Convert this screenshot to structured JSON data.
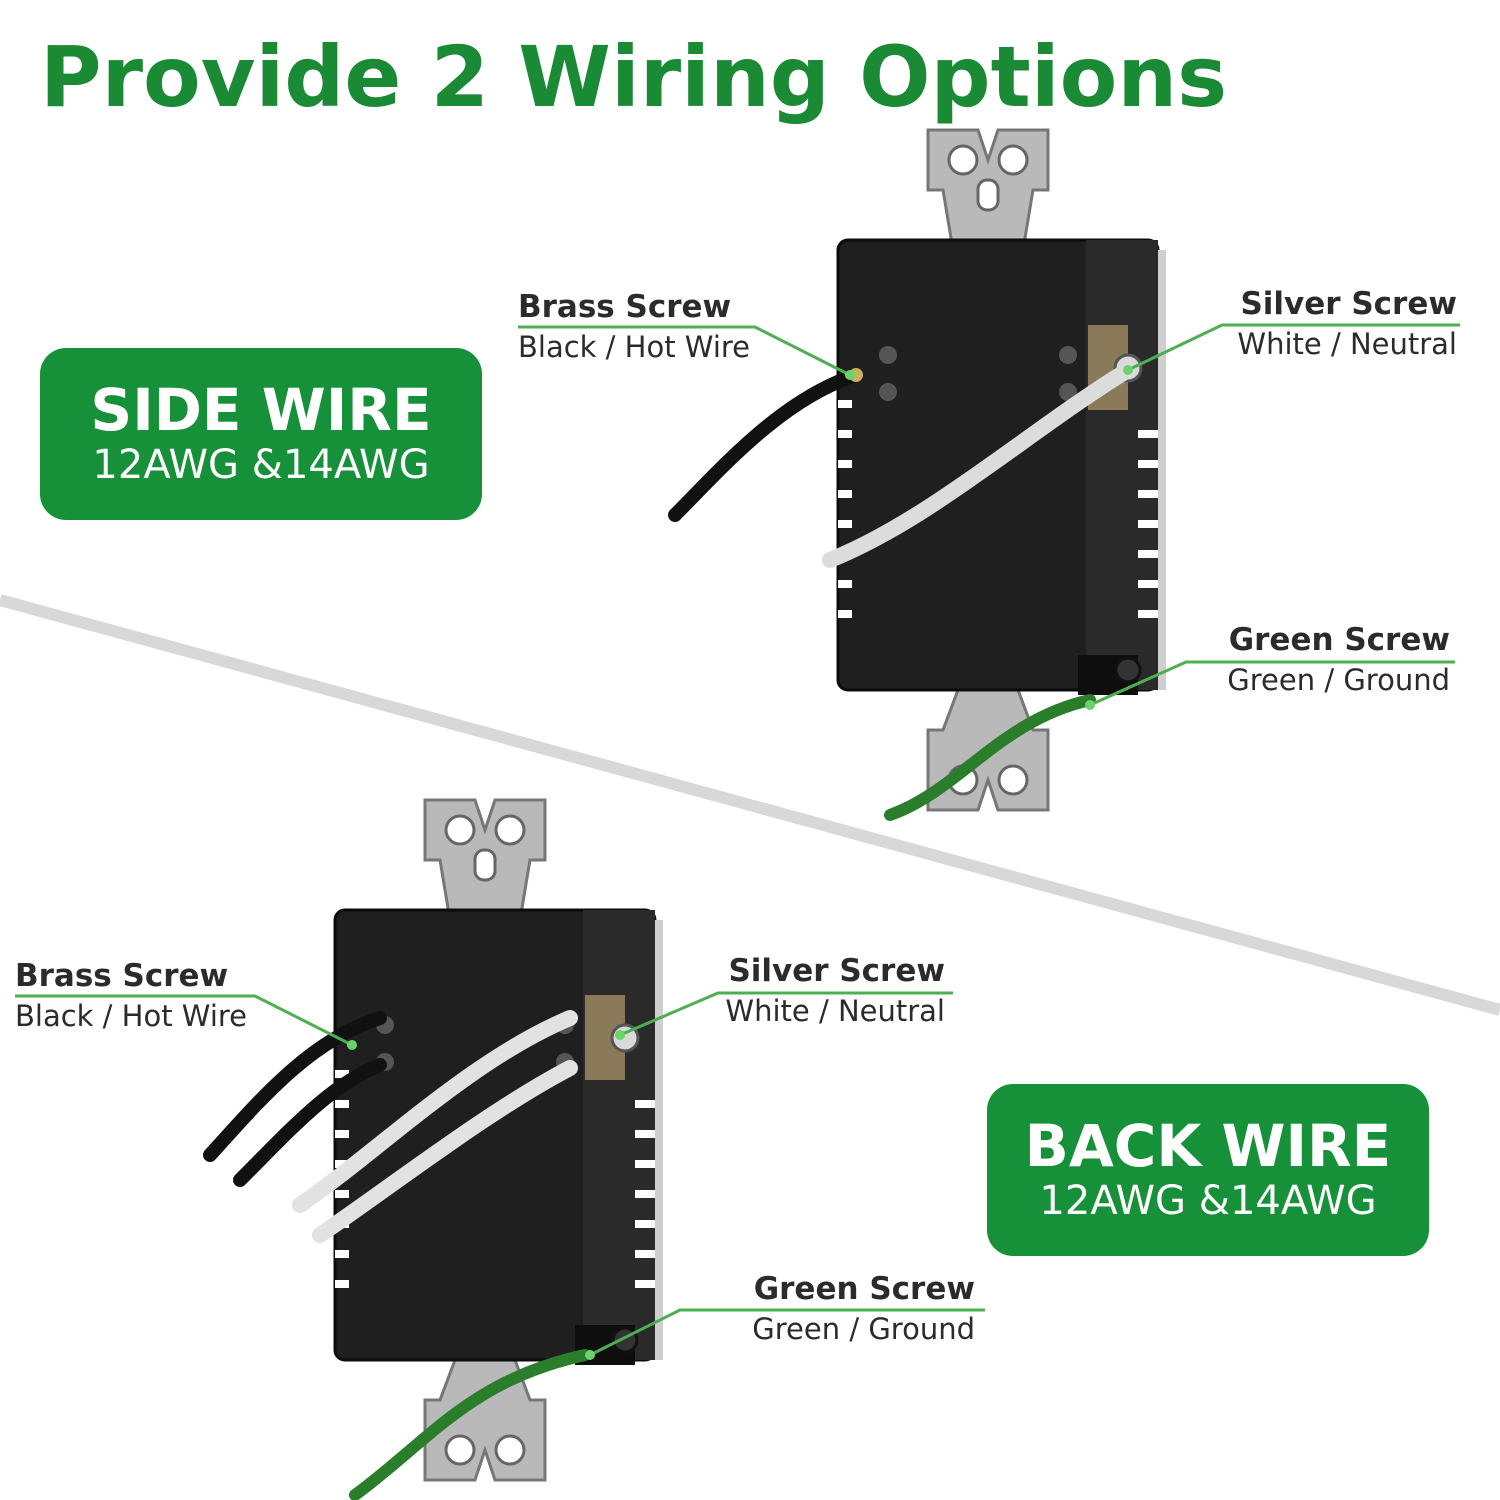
{
  "title": "Provide 2 Wiring Options",
  "side_wire": {
    "heading": "SIDE WIRE",
    "gauge": "12AWG &14AWG",
    "brass": {
      "title": "Brass Screw",
      "sub": "Black / Hot Wire"
    },
    "silver": {
      "title": "Silver Screw",
      "sub": "White / Neutral"
    },
    "green": {
      "title": "Green Screw",
      "sub": "Green / Ground"
    }
  },
  "back_wire": {
    "heading": "BACK WIRE",
    "gauge": "12AWG &14AWG",
    "brass": {
      "title": "Brass Screw",
      "sub": "Black / Hot Wire"
    },
    "silver": {
      "title": "Silver Screw",
      "sub": "White / Neutral"
    },
    "green": {
      "title": "Green Screw",
      "sub": "Green / Ground"
    }
  },
  "colors": {
    "brand_green": "#16913a",
    "title_green": "#1a8a35",
    "leader_green": "#4caf50"
  }
}
